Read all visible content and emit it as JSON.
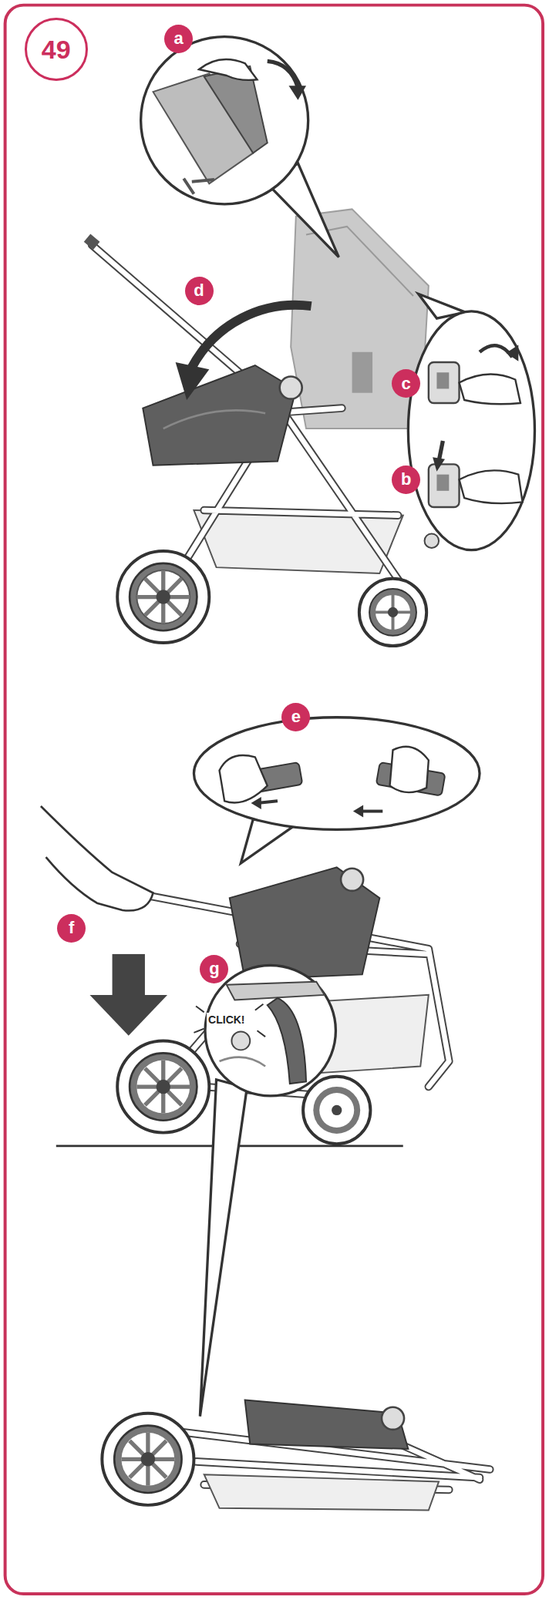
{
  "diagram": {
    "nodes": [
      {
        "text": [
          "49"
        ]
      },
      {
        "text": [
          "a"
        ]
      },
      {
        "text": [
          "d"
        ]
      },
      {
        "text": [
          "c"
        ]
      },
      {
        "text": [
          "b"
        ]
      },
      {
        "text": [
          "e"
        ]
      },
      {
        "text": [
          "f"
        ]
      },
      {
        "text": [
          "g"
        ]
      }
    ],
    "labels": [
      "CLICK!"
    ]
  }
}
